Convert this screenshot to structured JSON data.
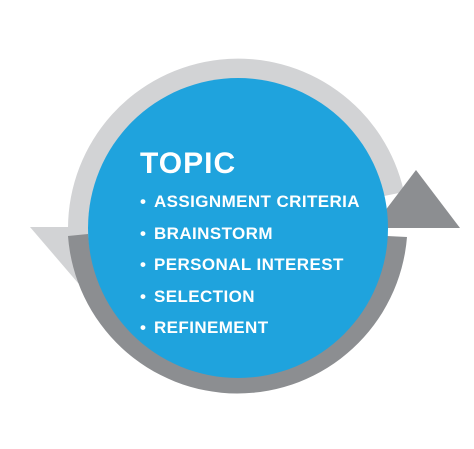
{
  "diagram": {
    "title": "TOPIC",
    "items": [
      "ASSIGNMENT CRITERIA",
      "BRAINSTORM",
      "PERSONAL INTEREST",
      "SELECTION",
      "REFINEMENT"
    ],
    "bullet": "•",
    "colors": {
      "circle_fill": "#1fa3dd",
      "upper_arrow": "#d2d3d5",
      "lower_arrow": "#8c8e91",
      "text": "#ffffff"
    }
  }
}
